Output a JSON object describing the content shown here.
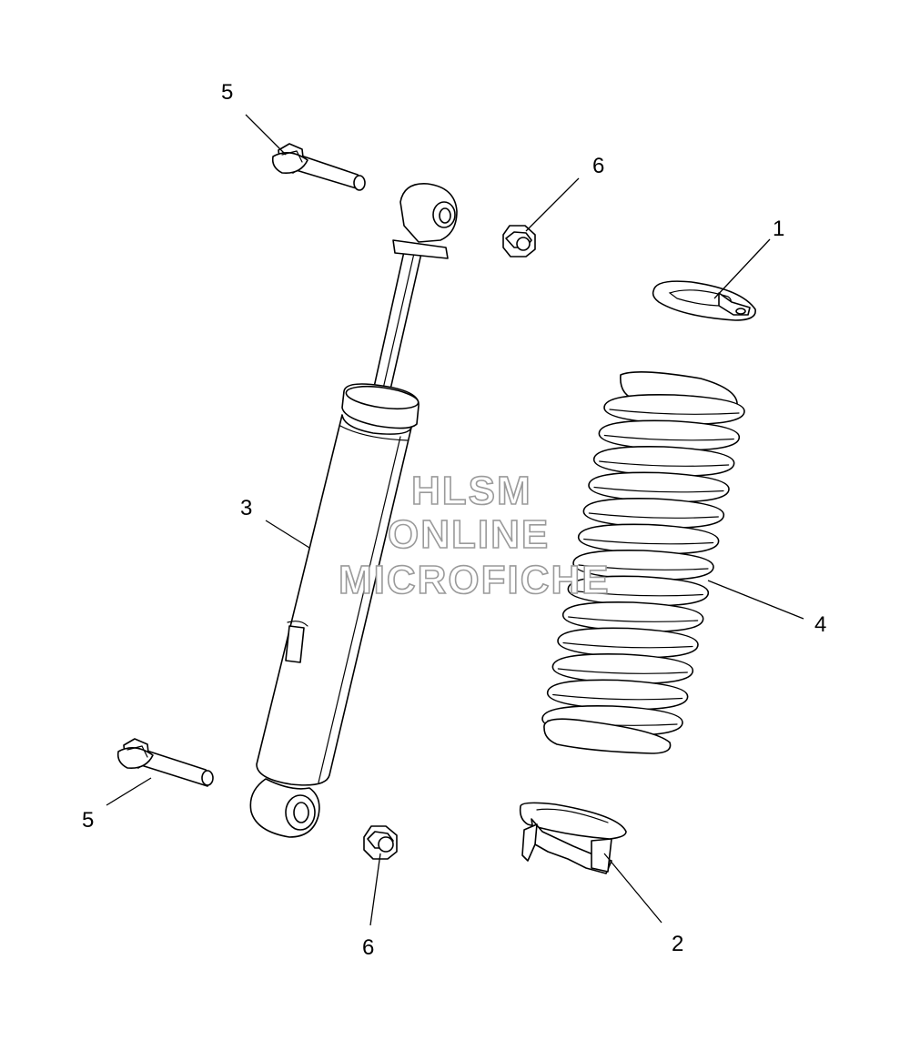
{
  "callouts": [
    {
      "id": "c1",
      "text": "1"
    },
    {
      "id": "c2",
      "text": "2"
    },
    {
      "id": "c3",
      "text": "3"
    },
    {
      "id": "c4",
      "text": "4"
    },
    {
      "id": "c5a",
      "text": "5"
    },
    {
      "id": "c5b",
      "text": "5"
    },
    {
      "id": "c6a",
      "text": "6"
    },
    {
      "id": "c6b",
      "text": "6"
    }
  ],
  "watermark": {
    "line1": "HLSM",
    "line2": "ONLINE",
    "line3": "MICROFICHE"
  }
}
